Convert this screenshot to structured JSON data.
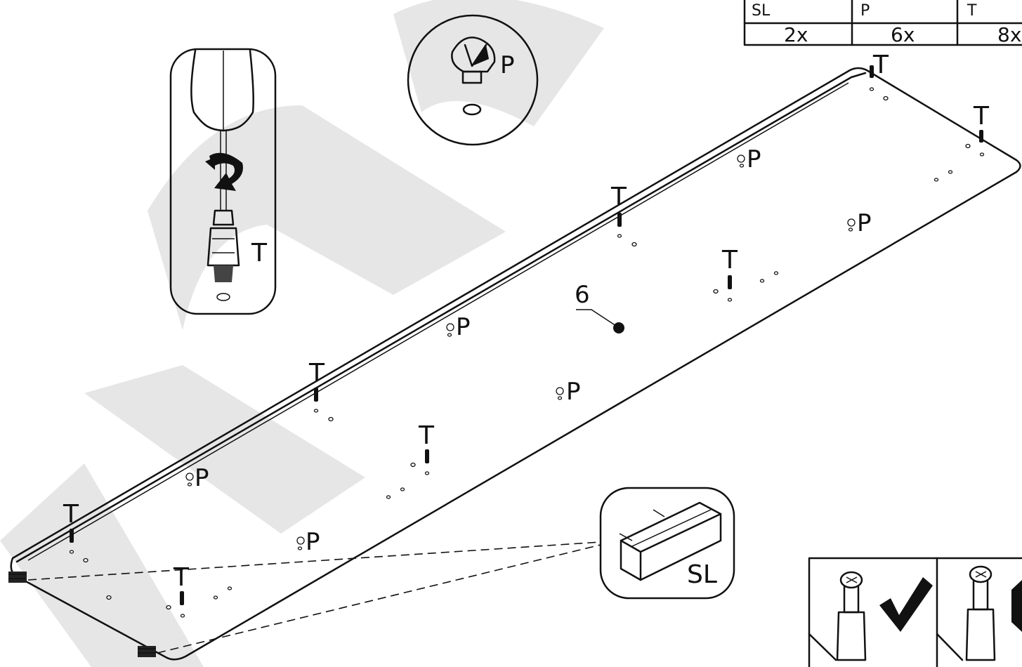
{
  "parts_table": {
    "headers": [
      "SL",
      "P",
      "T"
    ],
    "counts": [
      "2x",
      "6x",
      "8x"
    ]
  },
  "labels": {
    "cam": "P",
    "bolt": "T",
    "slide": "SL",
    "panel_number": "6"
  },
  "placed_labels": {
    "t": [
      "T",
      "T",
      "T",
      "T",
      "T",
      "T",
      "T",
      "T"
    ],
    "p": [
      "P",
      "P",
      "P",
      "P",
      "P",
      "P"
    ]
  }
}
